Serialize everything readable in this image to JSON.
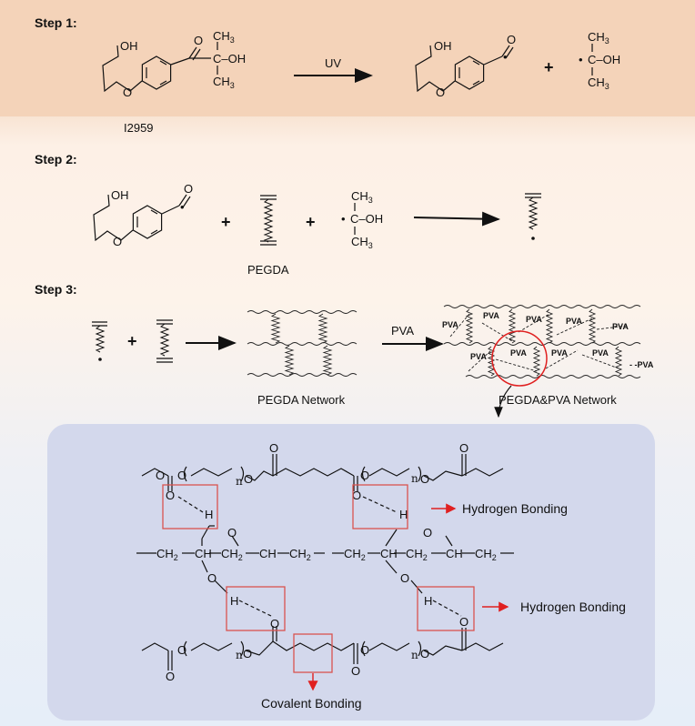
{
  "steps": {
    "step1": "Step 1:",
    "step2": "Step 2:",
    "step3": "Step 3:"
  },
  "reagents": {
    "initiator_name": "I2959",
    "uv": "UV",
    "pegda": "PEGDA",
    "pva": "PVA",
    "pegda_network": "PEGDA Network",
    "pegda_pva_network": "PEGDA&PVA Network"
  },
  "atoms": {
    "oh": "OH",
    "o": "O",
    "h": "H",
    "ch3": "CH",
    "sub3": "3",
    "sub2": "2",
    "c_oh": "C–OH",
    "c": "C",
    "dot": "•",
    "plus": "+",
    "n": "n",
    "ch2": "CH",
    "ch": "CH",
    "pva_tag": "PVA",
    "pva_dash": "- -PVA"
  },
  "bonding": {
    "hydrogen1": "Hydrogen Bonding",
    "hydrogen2": "Hydrogen Bonding",
    "covalent": "Covalent Bonding"
  },
  "colors": {
    "accent_red": "#e02020",
    "box_red": "#d9534f",
    "panel": "#d3d8ec",
    "top_band": "#f4d3b9"
  }
}
